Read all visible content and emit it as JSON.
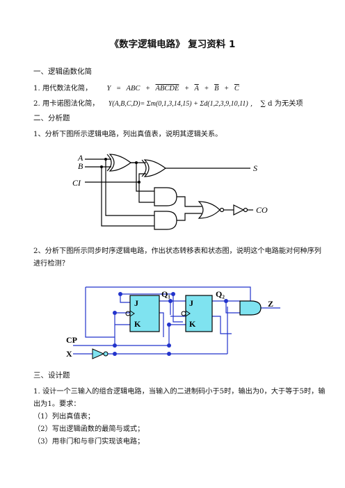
{
  "title": "《数字逻辑电路》 复习资料 1",
  "section1": {
    "heading": "一、逻辑函数化简",
    "q1_prefix": "1. 用代数法化简，",
    "q1_y": "Y",
    "q1_eq": "=",
    "q1_t1": "ABC",
    "q1_p1": "+",
    "q1_t2": "ABCDE",
    "q1_p2": "+",
    "q1_t3": "A",
    "q1_p3": "+",
    "q1_t4": "B",
    "q1_p4": "+",
    "q1_t5": "C",
    "q2_prefix": "2. 用卡诺图法化简，",
    "q2_formula": "Y(A,B,C,D)= Σm(0,1,3,14,15) + Σd(1,2,3,9,10,11)",
    "q2_suffix_sep": ",",
    "q2_sigma": "∑",
    "q2_suffix": "d 为无关项"
  },
  "section2": {
    "heading": "二、分析题",
    "q1": "1、分析下图所示逻辑电路，列出真值表，说明其逻辑关系。",
    "circuit1": {
      "A": "A",
      "B": "B",
      "CI": "CI",
      "S": "S",
      "CO": "CO"
    },
    "q2_line1": "2、分析下图所示同步时序逻辑电路，作出状态转移表和状态图，说明这个电路能对何种序列",
    "q2_line2": "进行检测？",
    "circuit2": {
      "J": "J",
      "K": "K",
      "Q1": "Q₁",
      "Q2": "Q₂",
      "Z": "Z",
      "CP": "CP",
      "X": "X"
    }
  },
  "section3": {
    "heading": "三、设计题",
    "q1_line1": "1. 设计一个三输入的组合逻辑电路，当输入的二进制码小于5时，输出为0，大于等于5时，输",
    "q1_line2": "出为1。要求：",
    "req1": "（1）列出真值表；",
    "req2": "（2）写出逻辑函数的最简与或式；",
    "req3": "（3）用非门和与非门实现该电路；"
  }
}
